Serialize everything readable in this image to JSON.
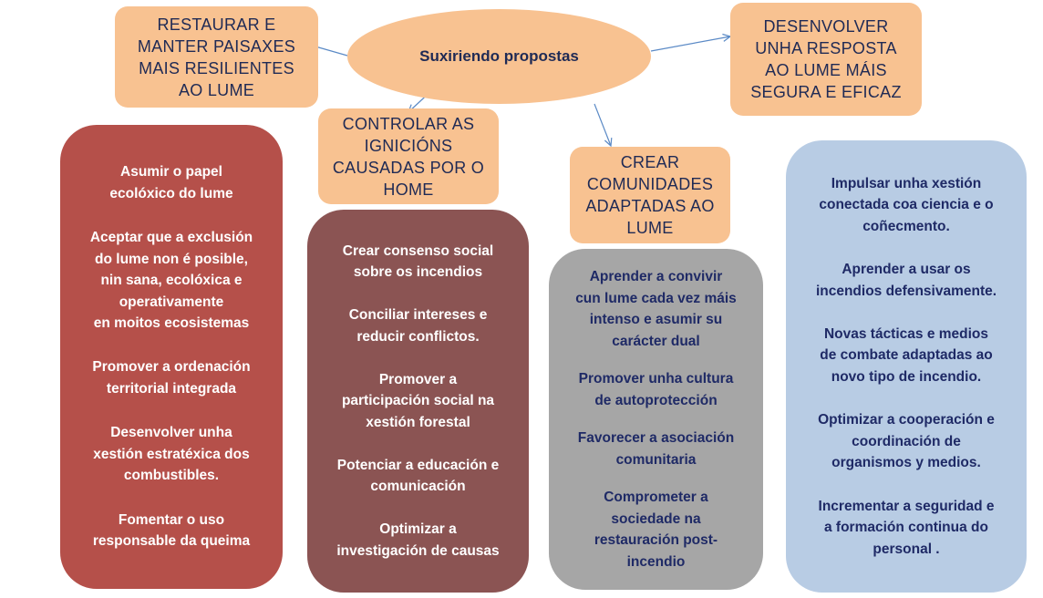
{
  "center": {
    "label": "Suxiriendo propostas"
  },
  "objectives": [
    {
      "id": "restaurar",
      "label": "RESTAURAR  E\nMANTER PAISAXES\nMAIS RESILIENTES\nAO  LUME"
    },
    {
      "id": "desenvolver",
      "label": "DESENVOLVER\nUNHA RESPOSTA\nAO LUME  MÁIS\nSEGURA E EFICAZ"
    },
    {
      "id": "controlar",
      "label": "CONTROLAR AS\nIGNICIÓNS\nCAUSADAS POR  O\nHOME"
    },
    {
      "id": "crear",
      "label": "CREAR\nCOMUNIDADES\nADAPTADAS AO\nLUME"
    }
  ],
  "columns": [
    {
      "id": "red",
      "color": "#b5504a",
      "text_color": "#ffffff",
      "items": [
        "Asumir o papel\necolóxico do lume",
        "Aceptar que a exclusión\ndo lume non é posible,\nnin  sana, ecolóxica e\noperativamente\nen  moitos ecosistemas",
        "Promover a ordenación\nterritorial integrada",
        "Desenvolver unha\nxestión estratéxica  dos\ncombustibles.",
        "Fomentar o uso\nresponsable da queima"
      ]
    },
    {
      "id": "brown",
      "color": "#8b5453",
      "text_color": "#ffffff",
      "items": [
        "Crear consenso  social\nsobre os incendios",
        "Conciliar intereses e\nreducir conflictos.",
        "Promover a\nparticipación social na\nxestión forestal",
        "Potenciar  a educación e\ncomunicación",
        "Optimizar a\ninvestigación de causas"
      ]
    },
    {
      "id": "gray",
      "color": "#a6a6a6",
      "text_color": "#1f2a66",
      "items": [
        "Aprender a convivir\ncun lume cada vez máis\nintenso e asumir su\ncarácter dual",
        "Promover unha cultura\nde  autoprotección",
        "Favorecer a  asociación\ncomunitaria",
        "Comprometer a\nsociedade  na\nrestauración post-\nincendio"
      ]
    },
    {
      "id": "blue",
      "color": "#b8cce4",
      "text_color": "#1f2a66",
      "items": [
        "Impulsar unha xestión\nconectada coa ciencia e o\ncoñecmento.",
        "Aprender a usar os\nincendios defensivamente.",
        "Novas tácticas  e medios\nde combate adaptadas  ao\nnovo tipo  de incendio.",
        "Optimizar  a cooperación e\ncoordinación de\norganismos y medios.",
        "Incrementar a seguridad e\na formación continua do\npersonal ."
      ]
    }
  ],
  "arrow_color": "#5b8ac6"
}
